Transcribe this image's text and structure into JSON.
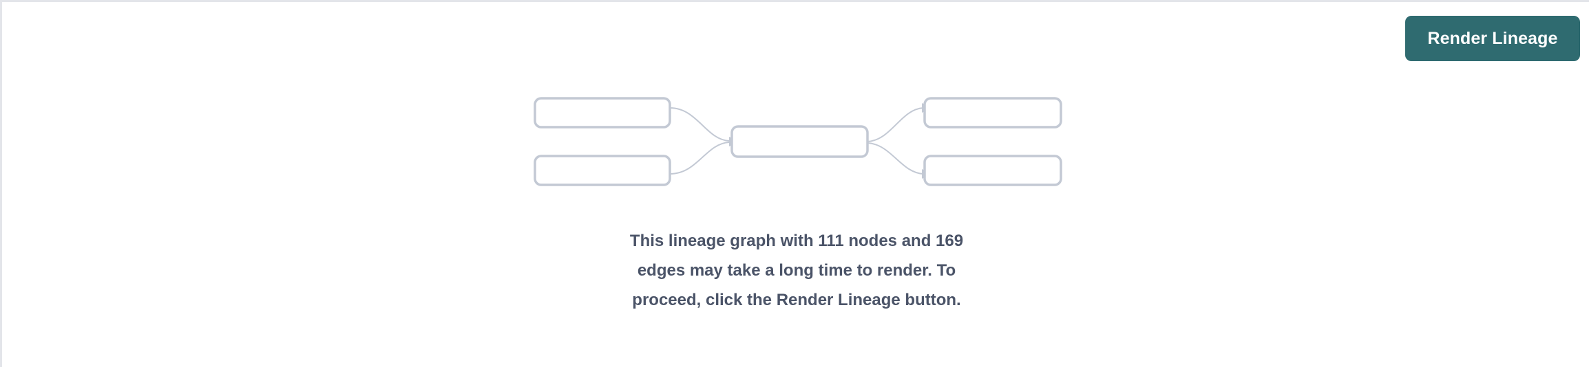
{
  "theme": {
    "accent": "#2f6b70",
    "accent_text": "#ffffff",
    "message_text": "#4b5468",
    "node_border": "#c3c9d4",
    "panel_border": "#e3e5ea",
    "background": "#ffffff"
  },
  "toolbar": {
    "render_lineage_label": "Render Lineage"
  },
  "placeholder_graph": {
    "node_count_shown": 5,
    "edge_count_shown": 4,
    "nodes": [
      {
        "id": "left-top",
        "label": ""
      },
      {
        "id": "left-bottom",
        "label": ""
      },
      {
        "id": "center",
        "label": ""
      },
      {
        "id": "right-top",
        "label": ""
      },
      {
        "id": "right-bottom",
        "label": ""
      }
    ]
  },
  "message": {
    "full_text": "This lineage graph with 111 nodes and 169 edges may take a long time to render. To proceed, click the Render Lineage button.",
    "node_count": "111",
    "edge_count": "169"
  }
}
